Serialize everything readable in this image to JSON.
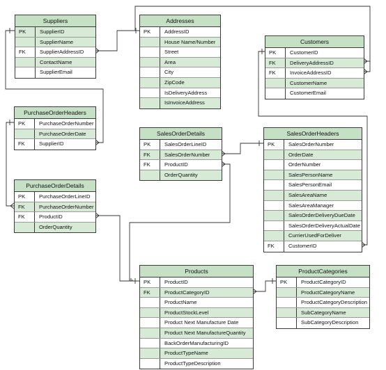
{
  "tables": {
    "suppliers": {
      "title": "Suppliers",
      "rows": [
        {
          "key": "PK",
          "field": "SupplierID",
          "shade": true
        },
        {
          "key": "",
          "field": "SupplierName",
          "shade": true
        },
        {
          "key": "FK",
          "field": "SupplierAddressID",
          "shade": false
        },
        {
          "key": "",
          "field": "ContactName",
          "shade": true
        },
        {
          "key": "",
          "field": "SupplierEmail",
          "shade": false
        }
      ]
    },
    "addresses": {
      "title": "Addresses",
      "rows": [
        {
          "key": "PK",
          "field": "AddressID",
          "shade": false
        },
        {
          "key": "",
          "field": "House Name/Number",
          "shade": true
        },
        {
          "key": "",
          "field": "Street",
          "shade": false
        },
        {
          "key": "",
          "field": "Area",
          "shade": true
        },
        {
          "key": "",
          "field": "City",
          "shade": false
        },
        {
          "key": "",
          "field": "ZipCode",
          "shade": true
        },
        {
          "key": "",
          "field": "IsDeliveryAddress",
          "shade": false
        },
        {
          "key": "",
          "field": "IsInvoiceAddress",
          "shade": true
        }
      ]
    },
    "customers": {
      "title": "Customers",
      "rows": [
        {
          "key": "PK",
          "field": "CustomerID",
          "shade": false
        },
        {
          "key": "FK",
          "field": "DeliveryAddressID",
          "shade": true
        },
        {
          "key": "FK",
          "field": "InvoiceAddressID",
          "shade": false
        },
        {
          "key": "",
          "field": "CustomerName",
          "shade": true
        },
        {
          "key": "",
          "field": "CustomerEmail",
          "shade": false
        }
      ]
    },
    "purchase_order_headers": {
      "title": "PurchaseOrderHeaders",
      "rows": [
        {
          "key": "PK",
          "field": "PurchaseOrderNumber",
          "shade": false
        },
        {
          "key": "",
          "field": "PurchaseOrderDate",
          "shade": true
        },
        {
          "key": "FK",
          "field": "SupplierID",
          "shade": false
        }
      ]
    },
    "sales_order_details": {
      "title": "SalesOrderDetails",
      "rows": [
        {
          "key": "PK",
          "field": "SalesOrderLineID",
          "shade": false
        },
        {
          "key": "FK",
          "field": "SalesOrderNumber",
          "shade": true
        },
        {
          "key": "FK",
          "field": "ProductID",
          "shade": false
        },
        {
          "key": "",
          "field": "OrderQuantity",
          "shade": true
        }
      ]
    },
    "sales_order_headers": {
      "title": "SalesOrderHeaders",
      "rows": [
        {
          "key": "PK",
          "field": "SalesOrderNumber",
          "shade": false
        },
        {
          "key": "",
          "field": "OrderDate",
          "shade": true
        },
        {
          "key": "",
          "field": "OrderNumber",
          "shade": false
        },
        {
          "key": "",
          "field": "SalesPersonName",
          "shade": true
        },
        {
          "key": "",
          "field": "SalesPersonEmail",
          "shade": false
        },
        {
          "key": "",
          "field": "SalesAreaName",
          "shade": true
        },
        {
          "key": "",
          "field": "SalesAreaManager",
          "shade": false
        },
        {
          "key": "",
          "field": "SalesOrderDeliveryDueDate",
          "shade": true
        },
        {
          "key": "",
          "field": "SalesOrderDeliveryActualDate",
          "shade": false
        },
        {
          "key": "",
          "field": "CurrierUsedForDeliver",
          "shade": true
        },
        {
          "key": "FK",
          "field": "CustomerID",
          "shade": false
        }
      ]
    },
    "purchase_order_details": {
      "title": "PurchaseOrderDetails",
      "rows": [
        {
          "key": "PK",
          "field": "PurchaseOrderLineID",
          "shade": false
        },
        {
          "key": "FK",
          "field": "PurchaseOrderNumber",
          "shade": true
        },
        {
          "key": "FK",
          "field": "ProductID",
          "shade": false
        },
        {
          "key": "",
          "field": "OrderQuantity",
          "shade": true
        }
      ]
    },
    "products": {
      "title": "Products",
      "rows": [
        {
          "key": "PK",
          "field": "ProductID",
          "shade": false
        },
        {
          "key": "FK",
          "field": "ProductCategoryID",
          "shade": true
        },
        {
          "key": "",
          "field": "ProductName",
          "shade": false
        },
        {
          "key": "",
          "field": "ProductStockLevel",
          "shade": true
        },
        {
          "key": "",
          "field": "Product Next Manufacture Date",
          "shade": false
        },
        {
          "key": "",
          "field": "Product Next ManufactureQuantity",
          "shade": true
        },
        {
          "key": "",
          "field": "BackOrderManufacturingID",
          "shade": false
        },
        {
          "key": "",
          "field": "ProductTypeName",
          "shade": true
        },
        {
          "key": "",
          "field": "ProductTypeDescription",
          "shade": false
        }
      ]
    },
    "product_categories": {
      "title": "ProductCategories",
      "rows": [
        {
          "key": "PK",
          "field": "ProductCategoryID",
          "shade": false
        },
        {
          "key": "",
          "field": "ProductCategoryName",
          "shade": true
        },
        {
          "key": "",
          "field": "ProductCategoryDescription",
          "shade": false
        },
        {
          "key": "",
          "field": "SubCategoryName",
          "shade": true
        },
        {
          "key": "",
          "field": "SubCategoryDescription",
          "shade": false
        }
      ]
    }
  },
  "colors": {
    "header_fill": "#c6e0c6",
    "row_shade": "#d6ead6",
    "border": "#3a3a3a"
  }
}
